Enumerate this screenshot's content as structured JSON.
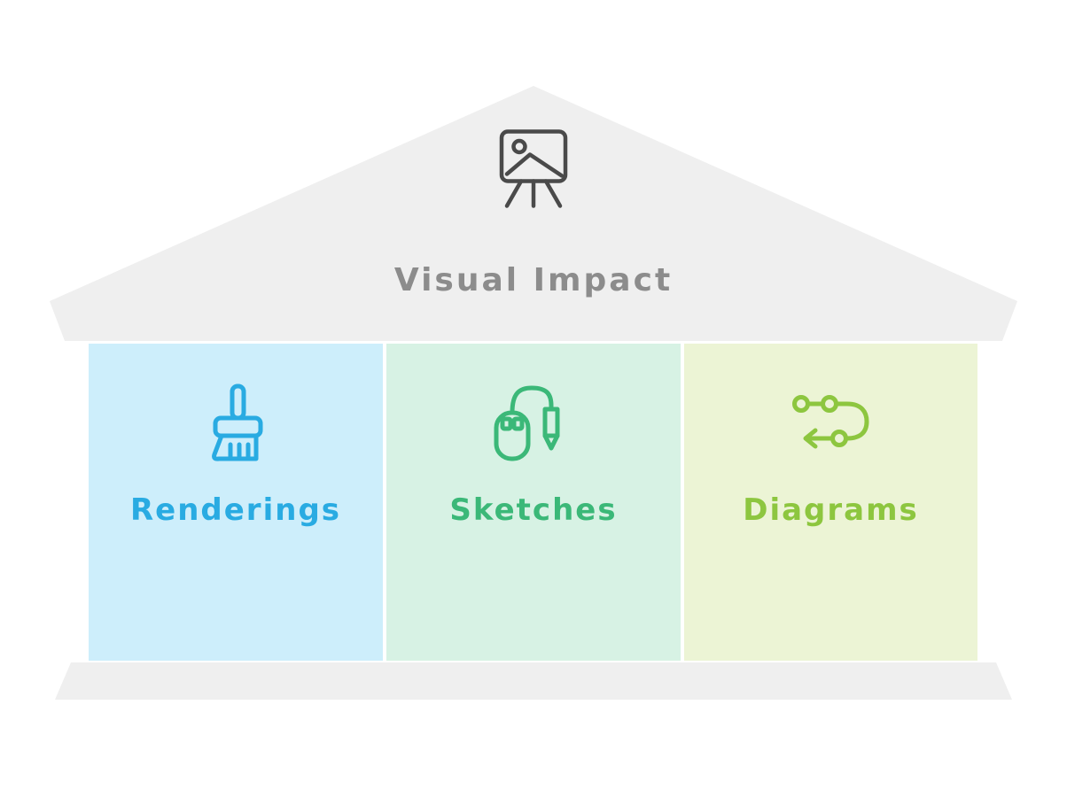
{
  "diagram": {
    "title": "Visual Impact",
    "title_color": "#8c8c8c",
    "roof_color": "#efefef",
    "base_color": "#efefef",
    "roof_icon": "easel-picture-icon",
    "columns": [
      {
        "label": "Renderings",
        "icon": "paint-brush-icon",
        "bg": "#cdeefb",
        "accent": "#29abe2"
      },
      {
        "label": "Sketches",
        "icon": "mouse-pen-icon",
        "bg": "#d7f2e4",
        "accent": "#3bb878"
      },
      {
        "label": "Diagrams",
        "icon": "flow-route-icon",
        "bg": "#ecf4d5",
        "accent": "#8dc63f"
      }
    ]
  }
}
